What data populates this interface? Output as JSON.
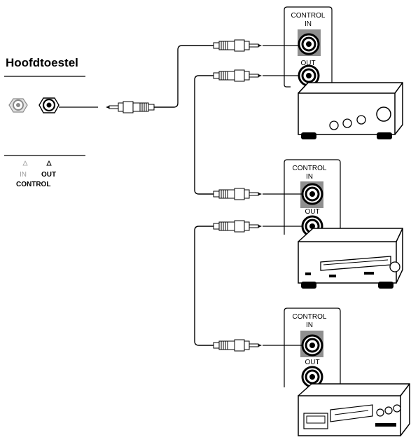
{
  "main_unit": {
    "title": "Hoofdtoestel",
    "in_label": "IN",
    "out_label": "OUT",
    "control_label": "CONTROL"
  },
  "panels": [
    {
      "control_label": "CONTROL",
      "in_label": "IN",
      "out_label": "OUT",
      "device": "amplifier"
    },
    {
      "control_label": "CONTROL",
      "in_label": "IN",
      "out_label": "OUT",
      "device": "cd-player"
    },
    {
      "control_label": "CONTROL",
      "in_label": "IN",
      "out_label": "OUT",
      "device": "cassette-deck"
    }
  ],
  "icons": [
    "jack-in-icon",
    "jack-out-icon",
    "mini-plug-icon",
    "triangle-marker-icon"
  ]
}
